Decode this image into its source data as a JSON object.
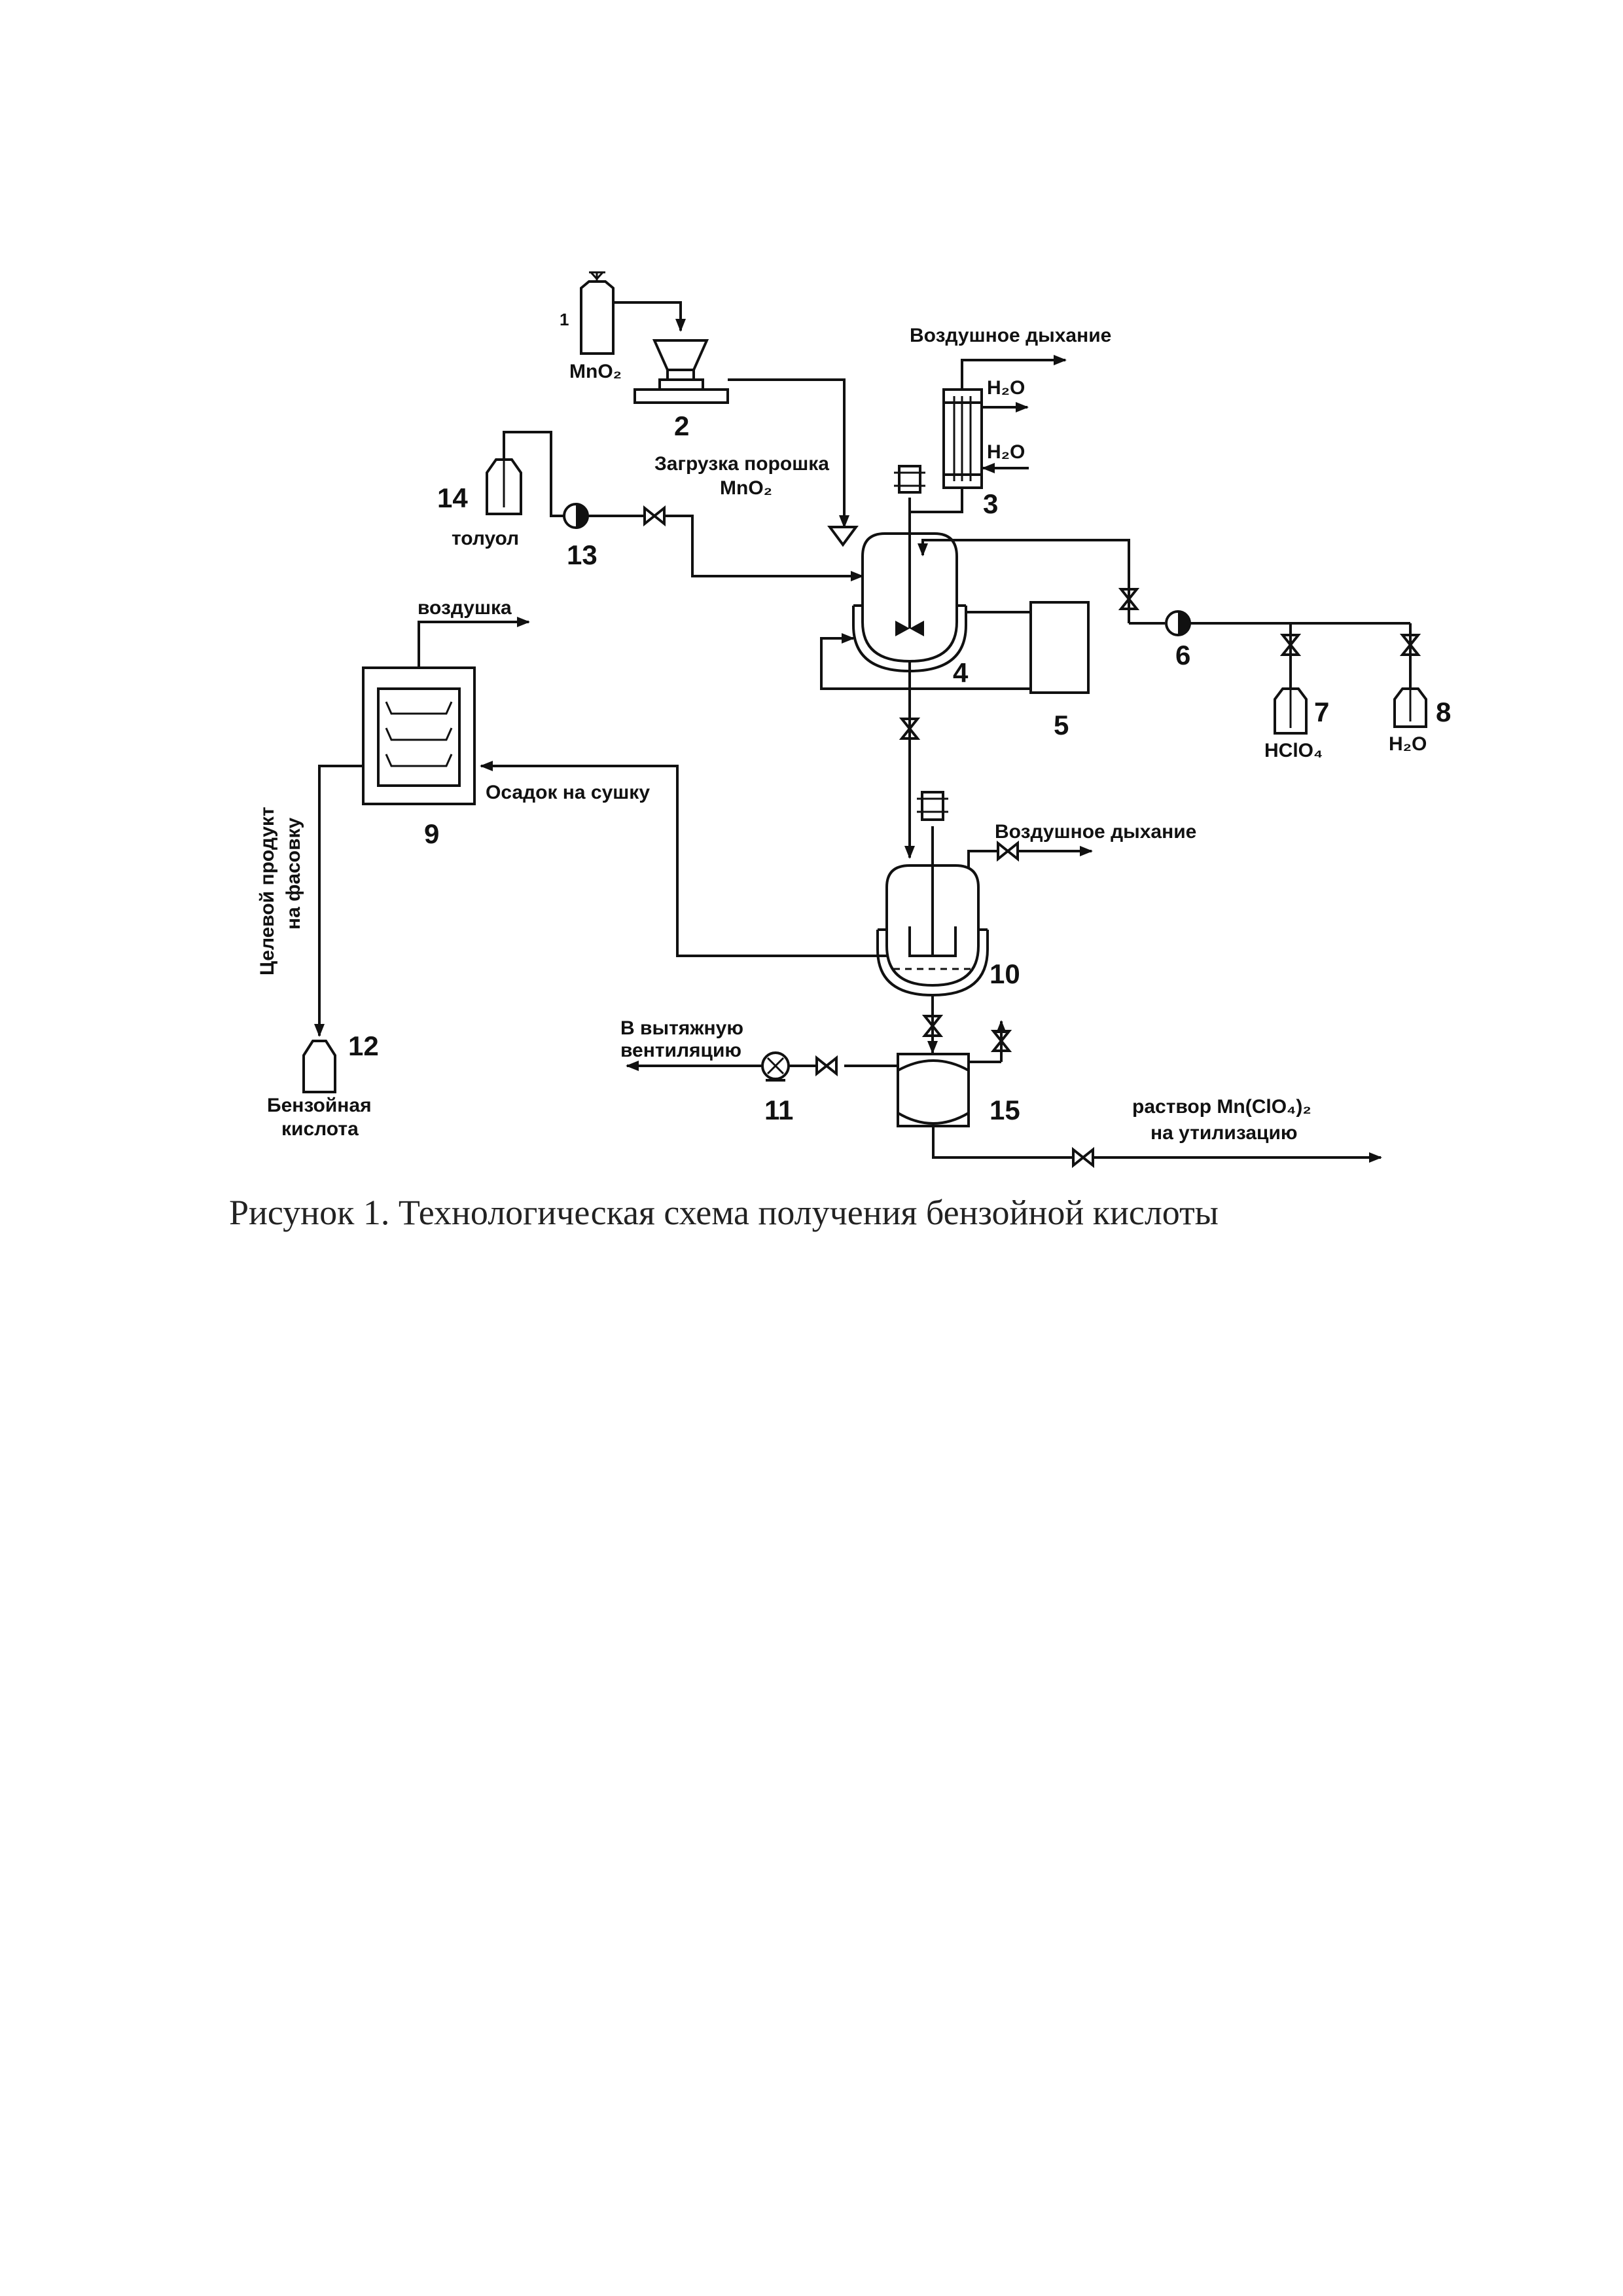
{
  "caption": "Рисунок 1. Технологическая схема получения бензойной кислоты",
  "equipment_numbers": {
    "n1": "1",
    "n2": "2",
    "n3": "3",
    "n4": "4",
    "n5": "5",
    "n6": "6",
    "n7": "7",
    "n8": "8",
    "n9": "9",
    "n10": "10",
    "n11": "11",
    "n12": "12",
    "n13": "13",
    "n14": "14",
    "n15": "15"
  },
  "labels": {
    "mno2": "MnO₂",
    "loading_line1": "Загрузка порошка",
    "loading_line2": "MnO₂",
    "air_breathing_top": "Воздушное дыхание",
    "h2o_out": "H₂O",
    "h2o_in": "H₂O",
    "toluene": "толуол",
    "air_exhaust": "воздушка",
    "hclo4": "HClO₄",
    "h2o_tank": "H₂O",
    "sediment_to_drying": "Осадок на сушку",
    "product_line1": "Целевой продукт",
    "product_line2": "на фасовку",
    "air_breathing_mid": "Воздушное дыхание",
    "exhaust_line1": "В вытяжную",
    "exhaust_line2": "вентиляцию",
    "benzoic_line1": "Бензойная",
    "benzoic_line2": "кислота",
    "solution_line1": "раствор Mn(ClO₄)₂",
    "solution_line2": "на утилизацию"
  }
}
